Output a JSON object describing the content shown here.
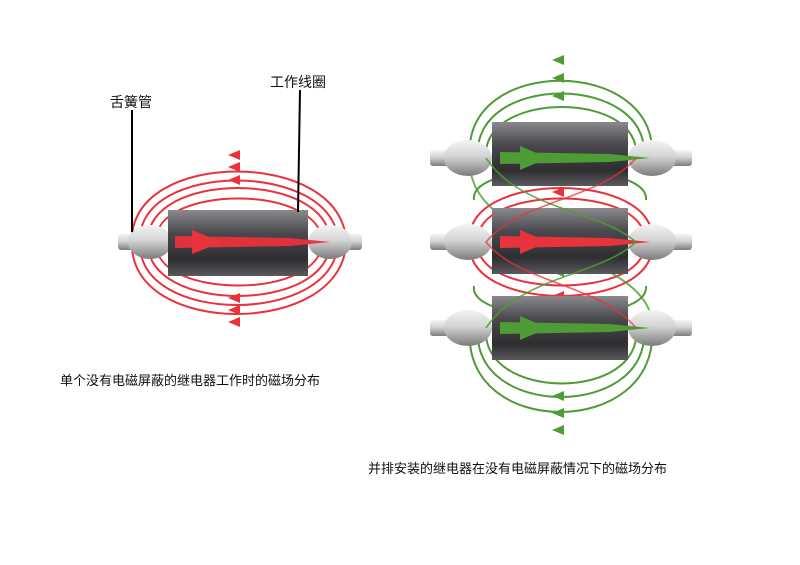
{
  "labels": {
    "reed_tube": "舌簧管",
    "work_coil": "工作线圈"
  },
  "captions": {
    "single": "单个没有电磁屏蔽的继电器工作时的磁场分布",
    "parallel": "并排安装的继电器在没有电磁屏蔽情况下的磁场分布"
  },
  "colors": {
    "field_red": "#e8323c",
    "field_green": "#4f9b35",
    "coil_dark": "#3a3a3c",
    "coil_light": "#7a7a7e",
    "tube_light": "#e8e8e8",
    "tube_dark": "#8a8a8a",
    "leader_line": "#000000"
  },
  "icons": {
    "arrow": "arrowhead-icon"
  }
}
